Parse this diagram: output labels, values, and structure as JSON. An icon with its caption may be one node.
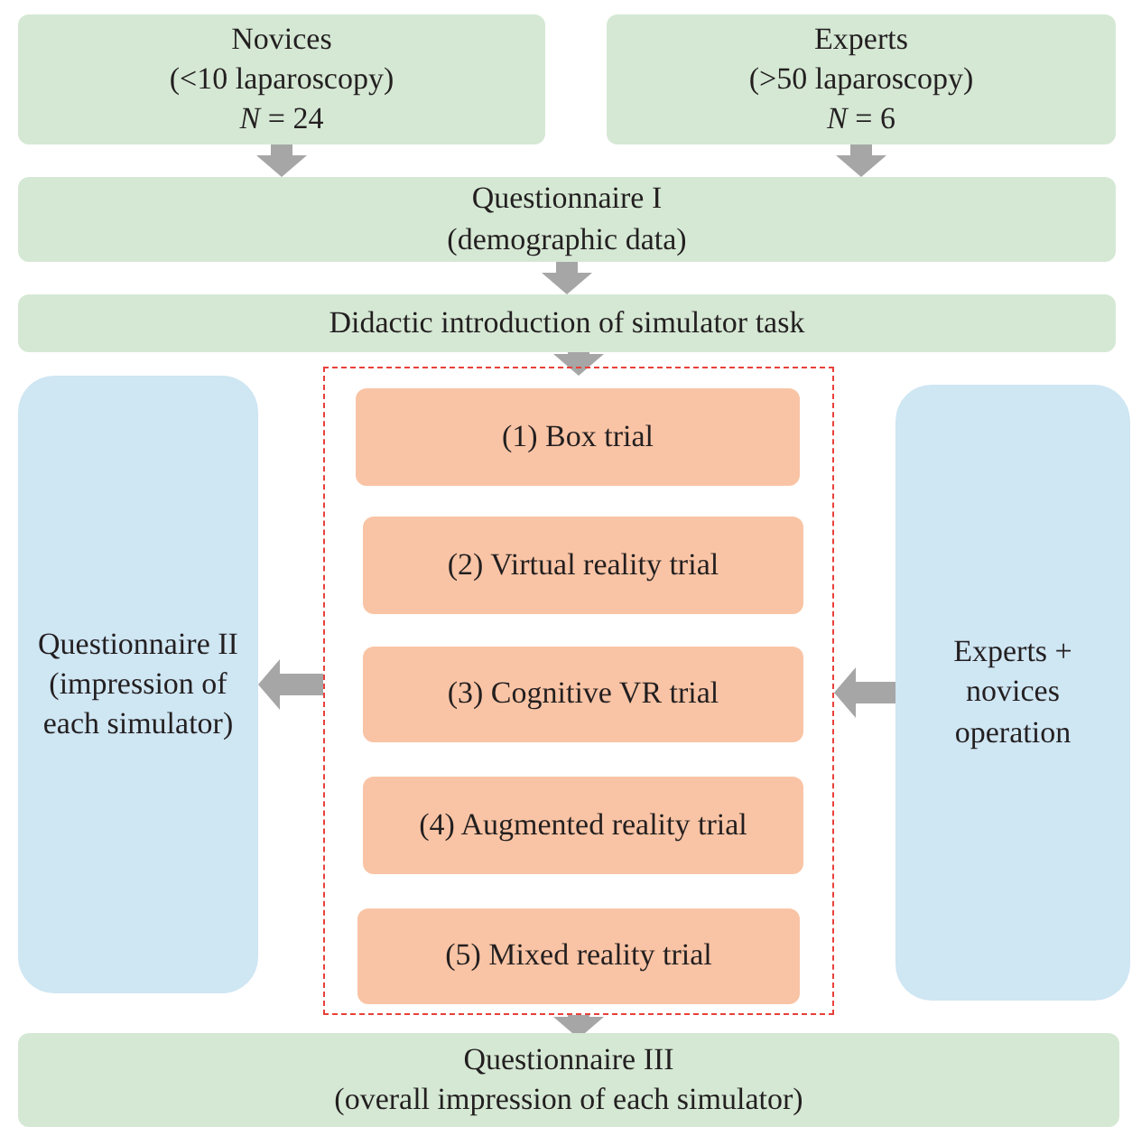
{
  "diagram": {
    "nodes": [
      {
        "text": [
          "Novices",
          "(<10 laparoscopy)",
          "*N* = 24"
        ]
      },
      {
        "text": [
          "Experts",
          "(>50 laparoscopy)",
          "*N* = 6"
        ]
      },
      {
        "text": [
          "Questionnaire I",
          "(demographic data)"
        ]
      },
      {
        "text": [
          "Didactic introduction of simulator task"
        ]
      },
      {
        "text": [
          "Questionnaire II (impression of each simulator)"
        ]
      },
      {
        "text": [],
        "shape": "box"
      },
      {
        "text": [
          "(1) Box trial"
        ],
        "in": 5
      },
      {
        "text": [
          "(2) Virtual reality trial"
        ],
        "in": 5
      },
      {
        "text": [
          "(3) Cognitive VR trial"
        ],
        "in": 5
      },
      {
        "text": [
          "(4) Augmented reality trial"
        ],
        "in": 5
      },
      {
        "text": [
          "(5) Mixed reality trial"
        ],
        "in": 5
      },
      {
        "text": [
          "Experts + novices operation"
        ]
      },
      {
        "text": [
          "Questionnaire III",
          "(overall impression of each simulator)"
        ]
      }
    ],
    "edges": [
      {
        "from": 0,
        "to": 2,
        "arrow": "to"
      },
      {
        "from": 1,
        "to": 2,
        "arrow": "to"
      },
      {
        "from": 2,
        "to": 3,
        "arrow": "to"
      },
      {
        "from": 3,
        "to": 5,
        "arrow": "to"
      },
      {
        "from": 5,
        "to": 4,
        "arrow": "to"
      },
      {
        "from": 11,
        "to": 5,
        "arrow": "to"
      },
      {
        "from": 5,
        "to": 12,
        "arrow": "to"
      }
    ]
  }
}
